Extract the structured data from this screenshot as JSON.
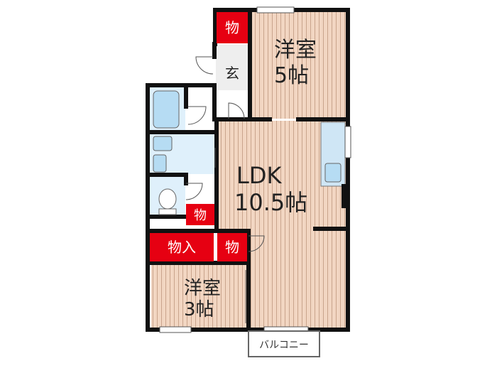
{
  "rooms": {
    "western_5": {
      "name": "洋室",
      "size": "5帖"
    },
    "ldk": {
      "name": "LDK",
      "size": "10.5帖"
    },
    "western_3": {
      "name": "洋室",
      "size": "3帖"
    }
  },
  "labels": {
    "storage_top": "物",
    "entrance": "玄",
    "storage_toilet": "物",
    "storage_closet": "物入",
    "storage_mid": "物",
    "balcony": "バルコニー"
  },
  "colors": {
    "wall": "#111111",
    "wood_floor": "#f2d6c2",
    "wood_stripe": "#c9a48c",
    "wet_area": "#dff0fb",
    "fixture": "#b6dcf3",
    "storage": "#e60012",
    "tile": "#e8e8e8"
  }
}
